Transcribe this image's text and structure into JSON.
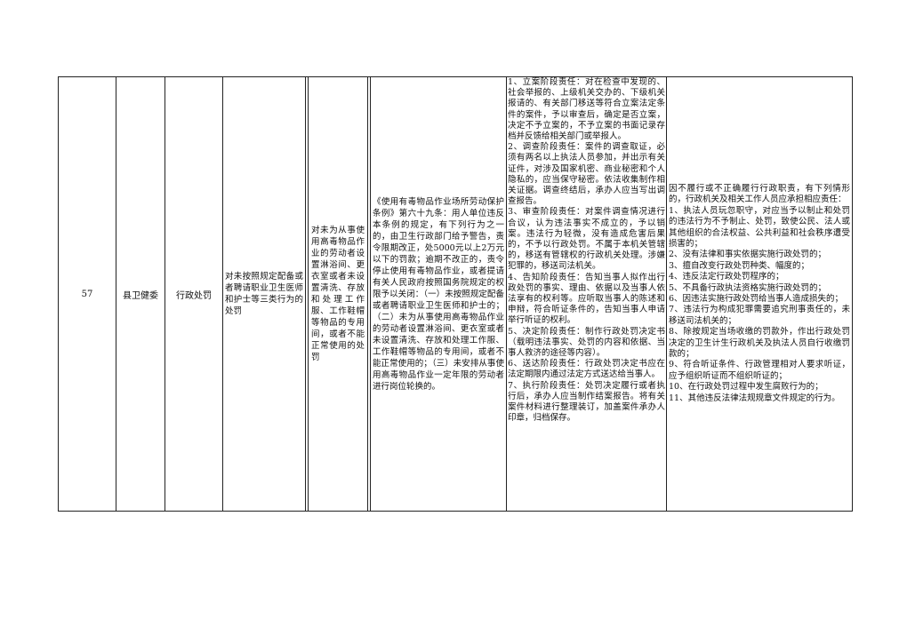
{
  "row": {
    "number": "57",
    "department": "县卫健委",
    "power_type": "行政处罚",
    "item_name": "对未按照规定配备或者聘请职业卫生医师和护士等三类行为的处罚",
    "sub_item": "对未为从事使用高毒物品作业的劳动者设置淋浴间、更衣室或者未设置清洗、存放和处理工作服、工作鞋帽等物品的专用间，或者不能正常使用的处罚",
    "legal_basis": "《使用有毒物品作业场所劳动保护条例》第六十九条：用人单位违反本条例的规定，有下列行为之一的，由卫生行政部门给予警告，责令限期改正，处5000元以上2万元以下的罚款；逾期不改正的，责令停止使用有毒物品作业，或者提请有关人民政府按照国务院规定的权限予以关闭：（一）未按照规定配备或者聘请职业卫生医师和护士的；（二）未为从事使用高毒物品作业的劳动者设置淋浴间、更衣室或者未设置清洗、存放和处理工作服、工作鞋帽等物品的专用间，或者不能正常使用的；（三）未安排从事使用高毒物品作业一定年限的劳动者进行岗位轮换的。",
    "responsibility": [
      "1、立案阶段责任：对在检查中发现的、社会举报的、上级机关交办的、下级机关报请的、有关部门移送等符合立案法定条件的案件，予以审查后，确定是否立案，决定不予立案的，不予立案的书面记录存档并反馈给相关部门或举报人。",
      "2、调查阶段责任：案件的调查取证，必须有两名以上执法人员参加，并出示有关证件，对涉及国家机密、商业秘密和个人隐私的，应当保守秘密。依法收集制作相关证据。调查终结后，承办人应当写出调查报告。",
      "3、审查阶段责任：对案件调查情况进行合议，认为违法事实不成立的，予以销案。违法行为轻微，没有造成危害后果的，不予以行政处罚。不属于本机关管辖的，移送有管辖权的行政机关处理。涉嫌犯罪的，移送司法机关。",
      "4、告知阶段责任：告知当事人拟作出行政处罚的事实、理由、依据以及当事人依法享有的权利等。应听取当事人的陈述和申辩，符合听证条件的，告知当事人申请举行听证的权利。",
      "5、决定阶段责任：制作行政处罚决定书（载明违法事实、处罚的内容和依据、当事人救济的途径等内容）。",
      "6、送达阶段责任：行政处罚决定书应在法定期限内通过法定方式送达给当事人。",
      "7、执行阶段责任：处罚决定履行或者执行后，承办人应当制作结案报告。将有关案件材料进行整理装订，加盖案件承办人印章，归档保存。"
    ],
    "liability_intro": "因不履行或不正确履行行政职责，有下列情形的，行政机关及相关工作人员应承担相应责任：",
    "liability": [
      "1、执法人员玩忽职守，对应当予以制止和处罚的违法行为不予制止、处罚，致使公民、法人或其他组织的合法权益、公共利益和社会秩序遭受损害的；",
      "2、没有法律和事实依据实施行政处罚的；",
      "3、擅自改变行政处罚种类、幅度的；",
      "4、违反法定行政处罚程序的；",
      "5、不具备行政执法资格实施行政处罚的；",
      "6、因违法实施行政处罚给当事人造成损失的；",
      "7、违法行为构成犯罪需要追究刑事责任的，未移送司法机关的；",
      "8、除按规定当场收缴的罚款外，作出行政处罚决定的卫生计生行政机关及执法人员自行收缴罚款的；",
      "9、符合听证条件、行政管理相对人要求听证，应予组织听证而不组织听证的；",
      "10、在行政处罚过程中发生腐败行为的；",
      "11、其他违反法律法规规章文件规定的行为。"
    ]
  }
}
